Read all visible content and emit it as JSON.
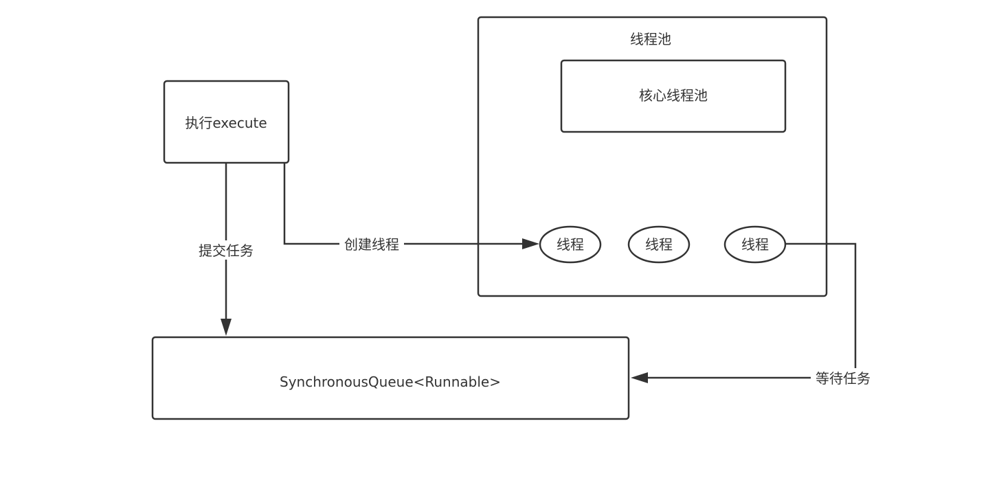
{
  "nodes": {
    "execute": "执行execute",
    "thread_pool": "线程池",
    "core_pool": "核心线程池",
    "thread_1": "线程",
    "thread_2": "线程",
    "thread_3": "线程",
    "queue": "SynchronousQueue<Runnable>"
  },
  "edges": {
    "submit_task": "提交任务",
    "create_thread": "创建线程",
    "wait_task": "等待任务"
  },
  "colors": {
    "stroke": "#333333",
    "background": "#ffffff"
  }
}
